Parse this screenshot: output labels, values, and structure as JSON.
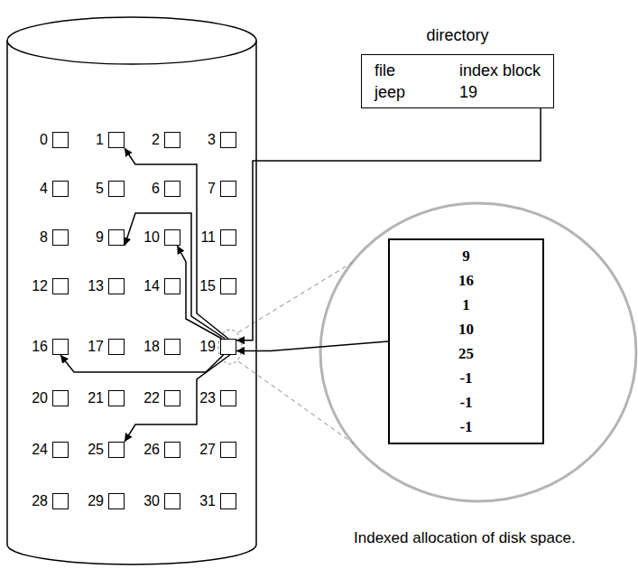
{
  "diagram": {
    "caption": "Indexed allocation of disk space.",
    "nodes": [
      {
        "text": [
          "directory",
          "file",
          "index block",
          "jeep",
          "19"
        ]
      },
      {
        "text": [
          "0"
        ]
      },
      {
        "text": [
          "1"
        ]
      },
      {
        "text": [
          "2"
        ]
      },
      {
        "text": [
          "3"
        ]
      },
      {
        "text": [
          "4"
        ]
      },
      {
        "text": [
          "5"
        ]
      },
      {
        "text": [
          "6"
        ]
      },
      {
        "text": [
          "7"
        ]
      },
      {
        "text": [
          "8"
        ]
      },
      {
        "text": [
          "9"
        ]
      },
      {
        "text": [
          "10"
        ]
      },
      {
        "text": [
          "11"
        ]
      },
      {
        "text": [
          "12"
        ]
      },
      {
        "text": [
          "13"
        ]
      },
      {
        "text": [
          "14"
        ]
      },
      {
        "text": [
          "15"
        ]
      },
      {
        "text": [
          "16"
        ]
      },
      {
        "text": [
          "17"
        ]
      },
      {
        "text": [
          "18"
        ]
      },
      {
        "text": [
          "19"
        ]
      },
      {
        "text": [
          "20"
        ]
      },
      {
        "text": [
          "21"
        ]
      },
      {
        "text": [
          "22"
        ]
      },
      {
        "text": [
          "23"
        ]
      },
      {
        "text": [
          "24"
        ]
      },
      {
        "text": [
          "25"
        ]
      },
      {
        "text": [
          "26"
        ]
      },
      {
        "text": [
          "27"
        ]
      },
      {
        "text": [
          "28"
        ]
      },
      {
        "text": [
          "29"
        ]
      },
      {
        "text": [
          "30"
        ]
      },
      {
        "text": [
          "31"
        ]
      },
      {
        "text": [
          "9",
          "16",
          "1",
          "10",
          "25",
          "-1",
          "-1",
          "-1"
        ]
      }
    ],
    "edges": [
      {
        "from": 0,
        "to": 20,
        "arrow": "to"
      },
      {
        "from": 33,
        "to": 20,
        "arrow": "to"
      },
      {
        "from": 20,
        "to": 10,
        "arrow": "to"
      },
      {
        "from": 20,
        "to": 17,
        "arrow": "to"
      },
      {
        "from": 20,
        "to": 2,
        "arrow": "to"
      },
      {
        "from": 20,
        "to": 11,
        "arrow": "to"
      },
      {
        "from": 20,
        "to": 26,
        "arrow": "to"
      }
    ]
  }
}
